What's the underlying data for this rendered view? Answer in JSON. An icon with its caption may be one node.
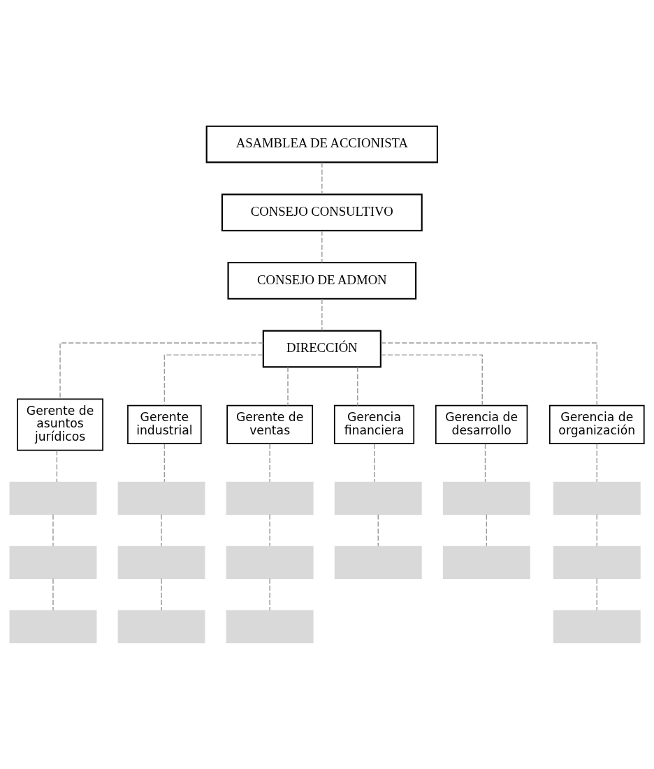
{
  "diagram": {
    "nodes": [
      {
        "text": [
          "ASAMBLEA DE ACCIONISTA"
        ]
      },
      {
        "text": [
          "CONSEJO CONSULTIVO"
        ]
      },
      {
        "text": [
          "CONSEJO DE ADMON"
        ]
      },
      {
        "text": [
          "DIRECCIÓN"
        ]
      },
      {
        "text": [
          "Gerente de asuntos jurídicos"
        ]
      },
      {
        "text": [
          "Gerente industrial"
        ]
      },
      {
        "text": [
          "Gerente de ventas"
        ]
      },
      {
        "text": [
          "Gerencia financiera"
        ]
      },
      {
        "text": [
          "Gerencia de desarrollo"
        ]
      },
      {
        "text": [
          "Gerencia de organización"
        ]
      },
      {
        "text": [],
        "shape": "box"
      },
      {
        "text": [],
        "shape": "box"
      },
      {
        "text": [],
        "shape": "box"
      },
      {
        "text": [],
        "shape": "box"
      },
      {
        "text": [],
        "shape": "box"
      },
      {
        "text": [],
        "shape": "box"
      },
      {
        "text": [],
        "shape": "box"
      },
      {
        "text": [],
        "shape": "box"
      },
      {
        "text": [],
        "shape": "box"
      },
      {
        "text": [],
        "shape": "box"
      },
      {
        "text": [],
        "shape": "box"
      },
      {
        "text": [],
        "shape": "box"
      },
      {
        "text": [],
        "shape": "box"
      },
      {
        "text": [],
        "shape": "box"
      },
      {
        "text": [],
        "shape": "box"
      },
      {
        "text": [],
        "shape": "box"
      }
    ],
    "edges": [
      {
        "from": 0,
        "to": 1,
        "arrow": "none",
        "style": "dashed"
      },
      {
        "from": 1,
        "to": 2,
        "arrow": "none",
        "style": "dashed"
      },
      {
        "from": 2,
        "to": 3,
        "arrow": "none",
        "style": "dashed"
      },
      {
        "from": 3,
        "to": 4,
        "arrow": "none",
        "style": "dashed"
      },
      {
        "from": 3,
        "to": 5,
        "arrow": "none",
        "style": "dashed"
      },
      {
        "from": 3,
        "to": 6,
        "arrow": "none",
        "style": "dashed"
      },
      {
        "from": 3,
        "to": 7,
        "arrow": "none",
        "style": "dashed"
      },
      {
        "from": 3,
        "to": 8,
        "arrow": "none",
        "style": "dashed"
      },
      {
        "from": 3,
        "to": 9,
        "arrow": "none",
        "style": "dashed"
      },
      {
        "from": 4,
        "to": 10,
        "arrow": "none",
        "style": "dashed"
      },
      {
        "from": 5,
        "to": 11,
        "arrow": "none",
        "style": "dashed"
      },
      {
        "from": 6,
        "to": 12,
        "arrow": "none",
        "style": "dashed"
      },
      {
        "from": 7,
        "to": 13,
        "arrow": "none",
        "style": "dashed"
      },
      {
        "from": 8,
        "to": 14,
        "arrow": "none",
        "style": "dashed"
      },
      {
        "from": 9,
        "to": 15,
        "arrow": "none",
        "style": "dashed"
      },
      {
        "from": 10,
        "to": 16,
        "arrow": "none",
        "style": "dashed"
      },
      {
        "from": 11,
        "to": 17,
        "arrow": "none",
        "style": "dashed"
      },
      {
        "from": 12,
        "to": 18,
        "arrow": "none",
        "style": "dashed"
      },
      {
        "from": 13,
        "to": 19,
        "arrow": "none",
        "style": "dashed"
      },
      {
        "from": 14,
        "to": 20,
        "arrow": "none",
        "style": "dashed"
      },
      {
        "from": 15,
        "to": 21,
        "arrow": "none",
        "style": "dashed"
      },
      {
        "from": 16,
        "to": 22,
        "arrow": "none",
        "style": "dashed"
      },
      {
        "from": 17,
        "to": 23,
        "arrow": "none",
        "style": "dashed"
      },
      {
        "from": 18,
        "to": 24,
        "arrow": "none",
        "style": "dashed"
      },
      {
        "from": 21,
        "to": 25,
        "arrow": "none",
        "style": "dashed"
      }
    ]
  }
}
